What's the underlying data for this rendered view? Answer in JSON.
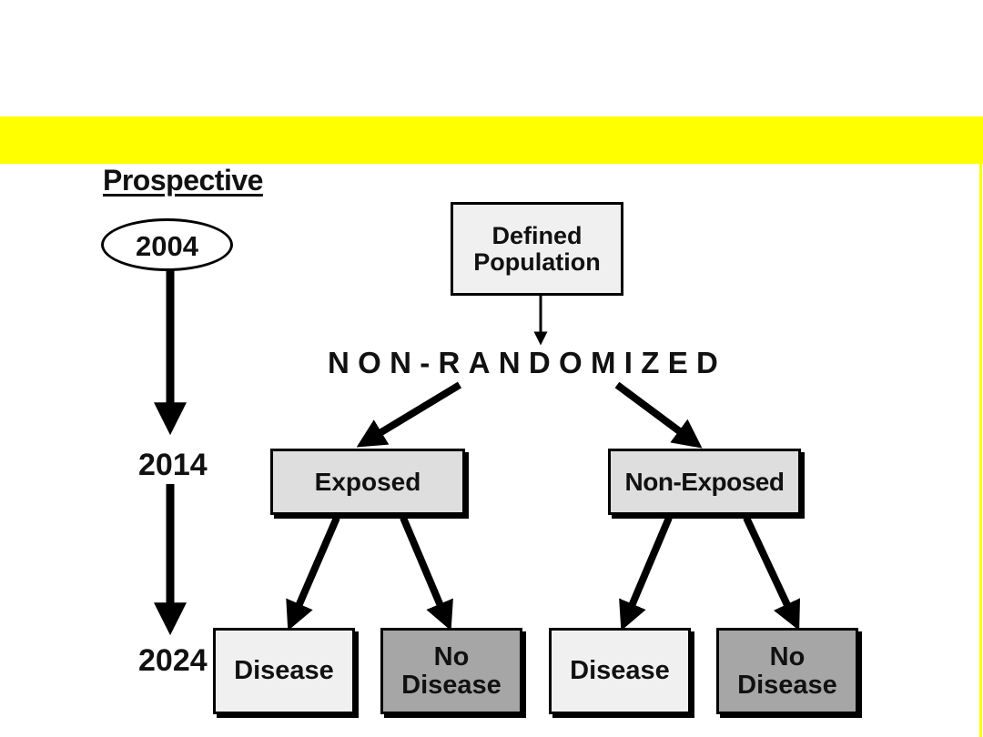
{
  "timeline": {
    "heading": "Prospective",
    "year_start": "2004",
    "year_mid": "2014",
    "year_end": "2024"
  },
  "diagram": {
    "population": "Defined\nPopulation",
    "assignment": "NON-RANDOMIZED",
    "exposed": "Exposed",
    "non_exposed": "Non-Exposed",
    "exposed_disease": "Disease",
    "exposed_no_disease": "No\nDisease",
    "nonexposed_disease": "Disease",
    "nonexposed_no_disease": "No\nDisease"
  },
  "colors": {
    "banner": "#ffff00",
    "box_light": "#f0f0f0",
    "box_mid": "#dedede",
    "box_dark": "#a6a6a6"
  }
}
